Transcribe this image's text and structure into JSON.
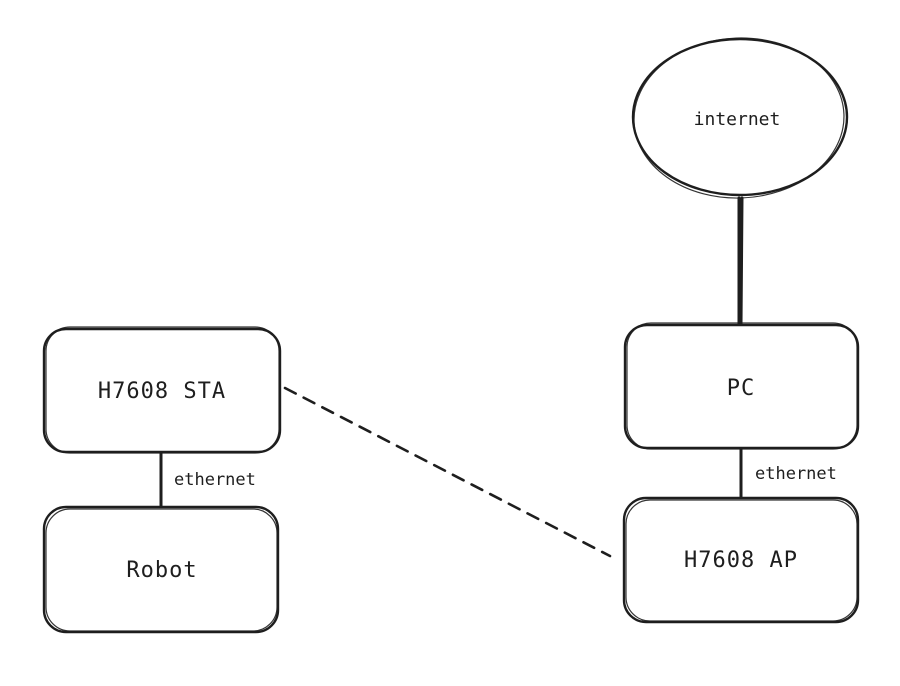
{
  "diagram": {
    "nodes": {
      "internet": {
        "label": "internet",
        "shape": "ellipse"
      },
      "pc": {
        "label": "PC",
        "shape": "rounded-rect"
      },
      "h7608_ap": {
        "label": "H7608 AP",
        "shape": "rounded-rect"
      },
      "h7608_sta": {
        "label": "H7608 STA",
        "shape": "rounded-rect"
      },
      "robot": {
        "label": "Robot",
        "shape": "rounded-rect"
      }
    },
    "edges": [
      {
        "from": "internet",
        "to": "pc",
        "style": "solid",
        "label": ""
      },
      {
        "from": "pc",
        "to": "h7608_ap",
        "style": "solid",
        "label": "ethernet"
      },
      {
        "from": "h7608_sta",
        "to": "robot",
        "style": "solid",
        "label": "ethernet"
      },
      {
        "from": "h7608_sta",
        "to": "h7608_ap",
        "style": "dashed",
        "label": ""
      }
    ],
    "edge_labels": {
      "pc_ap": "ethernet",
      "sta_robot": "ethernet"
    },
    "colors": {
      "stroke": "#1e1e1e",
      "fill": "#ffffff",
      "background": "#ffffff"
    }
  }
}
